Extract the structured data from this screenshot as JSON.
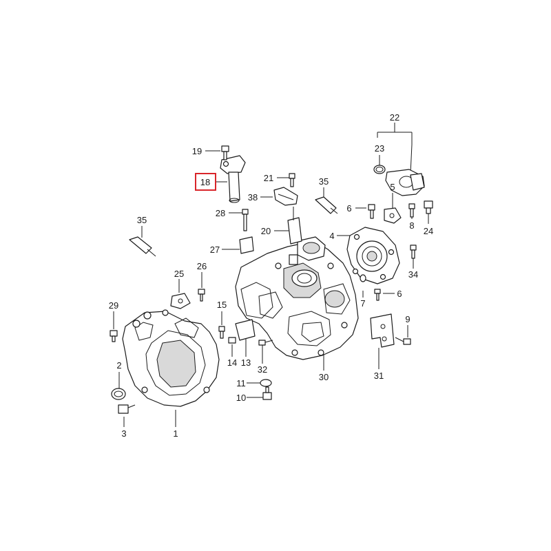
{
  "highlight_color": "#d9252a",
  "callouts": [
    {
      "id": "c1",
      "label": "1"
    },
    {
      "id": "c2",
      "label": "2"
    },
    {
      "id": "c3",
      "label": "3"
    },
    {
      "id": "c4",
      "label": "4"
    },
    {
      "id": "c5",
      "label": "5"
    },
    {
      "id": "c6a",
      "label": "6"
    },
    {
      "id": "c6b",
      "label": "6"
    },
    {
      "id": "c7",
      "label": "7"
    },
    {
      "id": "c8",
      "label": "8"
    },
    {
      "id": "c9",
      "label": "9"
    },
    {
      "id": "c10",
      "label": "10"
    },
    {
      "id": "c11",
      "label": "11"
    },
    {
      "id": "c13",
      "label": "13"
    },
    {
      "id": "c14",
      "label": "14"
    },
    {
      "id": "c15",
      "label": "15"
    },
    {
      "id": "c18",
      "label": "18",
      "highlighted": true
    },
    {
      "id": "c19",
      "label": "19"
    },
    {
      "id": "c20",
      "label": "20"
    },
    {
      "id": "c21",
      "label": "21"
    },
    {
      "id": "c22",
      "label": "22"
    },
    {
      "id": "c23",
      "label": "23"
    },
    {
      "id": "c24",
      "label": "24"
    },
    {
      "id": "c25",
      "label": "25"
    },
    {
      "id": "c26",
      "label": "26"
    },
    {
      "id": "c27",
      "label": "27"
    },
    {
      "id": "c28",
      "label": "28"
    },
    {
      "id": "c29",
      "label": "29"
    },
    {
      "id": "c30",
      "label": "30"
    },
    {
      "id": "c31",
      "label": "31"
    },
    {
      "id": "c32",
      "label": "32"
    },
    {
      "id": "c34",
      "label": "34"
    },
    {
      "id": "c35a",
      "label": "35"
    },
    {
      "id": "c35b",
      "label": "35"
    },
    {
      "id": "c38",
      "label": "38"
    }
  ]
}
